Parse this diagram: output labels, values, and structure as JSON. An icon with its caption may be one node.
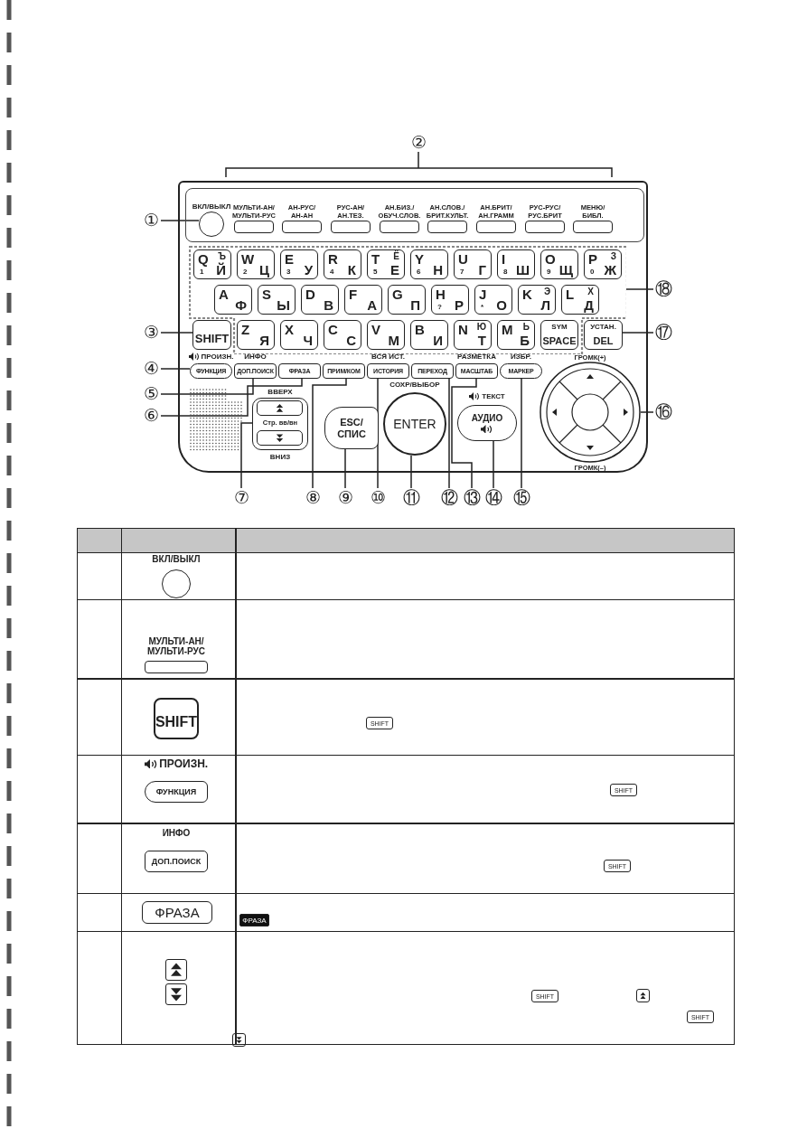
{
  "diagram": {
    "nodes": [
      {
        "text": [],
        "shape": "box"
      },
      {
        "text": [],
        "shape": "box",
        "in": 0
      },
      {
        "text": [
          "ВКЛ/ВЫКЛ"
        ],
        "in": 1
      },
      {
        "text": [
          "МУЛЬТИ-АН/ МУЛЬТИ-РУС"
        ],
        "in": 1
      },
      {
        "text": [
          "АН-РУС/ АН-АН"
        ],
        "in": 1
      },
      {
        "text": [
          "РУС-АН/ АН.ТЕЗ."
        ],
        "in": 1
      },
      {
        "text": [
          "АН.БИЗ./ ОБУЧ.СЛОВ."
        ],
        "in": 1
      },
      {
        "text": [
          "АН.СЛОВ./ БРИТ.КУЛЬТ."
        ],
        "in": 1
      },
      {
        "text": [
          "АН.БРИТ/ АН.ГРАММ"
        ],
        "in": 1
      },
      {
        "text": [
          "РУС-РУС/ РУС.БРИТ"
        ],
        "in": 1
      },
      {
        "text": [
          "МЕНЮ/ БИБЛ."
        ],
        "in": 1
      },
      {
        "text": [],
        "shape": "box",
        "in": 0
      },
      {
        "text": [
          "Q",
          "Ъ",
          "1",
          "Й"
        ],
        "in": 11
      },
      {
        "text": [
          "W",
          "2",
          "Ц"
        ],
        "in": 11
      },
      {
        "text": [
          "E",
          "3",
          "У"
        ],
        "in": 11
      },
      {
        "text": [
          "R",
          "4",
          "К"
        ],
        "in": 11
      },
      {
        "text": [
          "T",
          "Ё",
          "5",
          "Е"
        ],
        "in": 11
      },
      {
        "text": [
          "Y",
          "6",
          "Н"
        ],
        "in": 11
      },
      {
        "text": [
          "U",
          "7",
          "Г"
        ],
        "in": 11
      },
      {
        "text": [
          "I",
          "8",
          "Ш"
        ],
        "in": 11
      },
      {
        "text": [
          "O",
          "9",
          "Щ"
        ],
        "in": 11
      },
      {
        "text": [
          "P",
          "З",
          "0",
          "Ж"
        ],
        "in": 11
      },
      {
        "text": [
          "A",
          "Ф"
        ],
        "in": 11
      },
      {
        "text": [
          "S",
          "Ы"
        ],
        "in": 11
      },
      {
        "text": [
          "D",
          "В"
        ],
        "in": 11
      },
      {
        "text": [
          "F",
          "А"
        ],
        "in": 11
      },
      {
        "text": [
          "G",
          "П"
        ],
        "in": 11
      },
      {
        "text": [
          "H",
          "?",
          "Р"
        ],
        "in": 11
      },
      {
        "text": [
          "J",
          "*",
          "О"
        ],
        "in": 11
      },
      {
        "text": [
          "K",
          "Э",
          "Л"
        ],
        "in": 11
      },
      {
        "text": [
          "L",
          "Х",
          "Д"
        ],
        "in": 11
      },
      {
        "text": [
          "SHIFT"
        ],
        "in": 0
      },
      {
        "text": [
          "Z",
          "Я"
        ],
        "in": 11
      },
      {
        "text": [
          "X",
          "Ч"
        ],
        "in": 11
      },
      {
        "text": [
          "C",
          "С"
        ],
        "in": 11
      },
      {
        "text": [
          "V",
          "М"
        ],
        "in": 11
      },
      {
        "text": [
          "B",
          "И"
        ],
        "in": 11
      },
      {
        "text": [
          "N",
          "Ю",
          "Т"
        ],
        "in": 11
      },
      {
        "text": [
          "M",
          "Ь",
          "Б"
        ],
        "in": 11
      },
      {
        "text": [
          "SYM",
          "SPACE"
        ],
        "in": 11
      },
      {
        "text": [
          "УСТАН.",
          "DEL"
        ],
        "in": 0
      },
      {
        "text": [
          "ПРОИЗН.",
          "ФУНКЦИЯ"
        ],
        "in": 0
      },
      {
        "text": [
          "ИНФО",
          "ДОП.ПОИСК"
        ],
        "in": 0
      },
      {
        "text": [
          "ФРАЗА"
        ],
        "in": 0
      },
      {
        "text": [
          "ПРИМ/КОМ"
        ],
        "in": 0
      },
      {
        "text": [
          "ВСЯ ИСТ.",
          "ИСТОРИЯ"
        ],
        "in": 0
      },
      {
        "text": [
          "ПЕРЕХОД"
        ],
        "in": 0
      },
      {
        "text": [
          "РАЗМЕТКА",
          "МАСШТАБ"
        ],
        "in": 0
      },
      {
        "text": [
          "ИЗБР.",
          "МАРКЕР"
        ],
        "in": 0
      },
      {
        "text": [
          "ВВЕРХ",
          "Стр. вв/вн",
          "ВНИЗ"
        ],
        "in": 0
      },
      {
        "text": [
          "ESC/ СПИС"
        ],
        "in": 0
      },
      {
        "text": [
          "СОХР/ВЫБОР",
          "ENTER"
        ],
        "in": 0
      },
      {
        "text": [
          "ТЕКСТ",
          "АУДИО"
        ],
        "in": 0
      },
      {
        "text": [
          "ГРОМК(+)",
          "ГРОМК(–)"
        ],
        "in": 0
      },
      {
        "text": [
          "①"
        ]
      },
      {
        "text": [
          "③"
        ]
      },
      {
        "text": [
          "④"
        ]
      },
      {
        "text": [
          "⑤"
        ]
      },
      {
        "text": [
          "⑥"
        ]
      },
      {
        "text": [
          "⑦"
        ]
      },
      {
        "text": [
          "⑧"
        ]
      },
      {
        "text": [
          "⑨"
        ]
      },
      {
        "text": [
          "⑩"
        ]
      },
      {
        "text": [
          "⑪"
        ]
      },
      {
        "text": [
          "⑫"
        ]
      },
      {
        "text": [
          "⑬"
        ]
      },
      {
        "text": [
          "⑭"
        ]
      },
      {
        "text": [
          "⑮"
        ]
      },
      {
        "text": [
          "⑯"
        ]
      },
      {
        "text": [
          "⑰"
        ]
      },
      {
        "text": [
          "⑱"
        ]
      }
    ],
    "edges": [
      {
        "from": 54,
        "to": 2,
        "arrow": "none"
      },
      {
        "from": 55,
        "to": 31,
        "arrow": "none"
      },
      {
        "from": 56,
        "to": 41,
        "arrow": "none"
      },
      {
        "from": 57,
        "to": 42,
        "arrow": "none"
      },
      {
        "from": 58,
        "to": 43,
        "arrow": "none"
      },
      {
        "from": 59,
        "to": 49,
        "arrow": "none"
      },
      {
        "from": 60,
        "to": 44,
        "arrow": "none"
      },
      {
        "from": 61,
        "to": 50,
        "arrow": "none"
      },
      {
        "from": 62,
        "to": 45,
        "arrow": "none"
      },
      {
        "from": 63,
        "to": 51,
        "arrow": "none"
      },
      {
        "from": 64,
        "to": 46,
        "arrow": "none"
      },
      {
        "from": 65,
        "to": 47,
        "arrow": "none"
      },
      {
        "from": 66,
        "to": 52,
        "arrow": "none"
      },
      {
        "from": 67,
        "to": 48,
        "arrow": "none"
      },
      {
        "from": 68,
        "to": 53,
        "arrow": "none"
      },
      {
        "from": 69,
        "to": 40,
        "arrow": "none"
      },
      {
        "from": 70,
        "to": 11,
        "arrow": "none"
      }
    ],
    "labels": [
      "②",
      "ВКЛ/ВЫКЛ",
      "МУЛЬТИ-АН/ МУЛЬТИ-РУС",
      "SHIFT",
      "SHIFT",
      "ПРОИЗН.",
      "ФУНКЦИЯ",
      "SHIFT",
      "ИНФО",
      "ДОП.ПОИСК",
      "SHIFT",
      "ФРАЗА",
      "ФРАЗА",
      "SHIFT",
      "SHIFT"
    ]
  }
}
